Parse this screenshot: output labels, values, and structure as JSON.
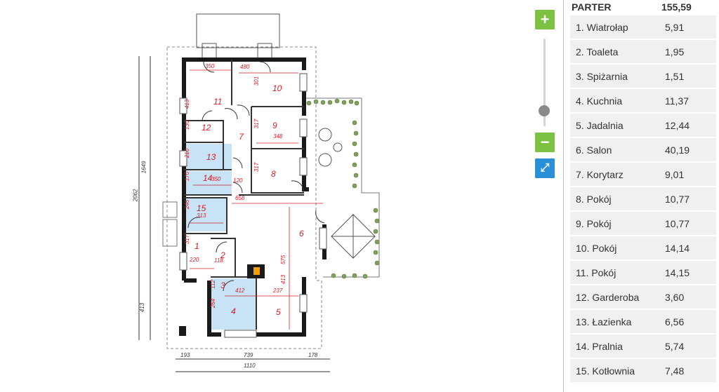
{
  "plan": {
    "room_numbers": [
      "1",
      "2",
      "3",
      "4",
      "5",
      "6",
      "7",
      "8",
      "9",
      "10",
      "11",
      "12",
      "13",
      "14",
      "15"
    ],
    "dims": [
      "350",
      "480",
      "301",
      "413",
      "130",
      "317",
      "348",
      "210",
      "317",
      "170",
      "350",
      "120",
      "246",
      "658",
      "313",
      "317",
      "220",
      "118",
      "112",
      "412",
      "237",
      "575",
      "413",
      "264",
      "1649",
      "2062",
      "413",
      "193",
      "739",
      "178",
      "1110"
    ]
  },
  "zoom": {
    "in_label": "+",
    "out_label": "−",
    "fullscreen_label": "⤢"
  },
  "rooms": {
    "floor_name": "PARTER",
    "floor_area": "155,59",
    "items": [
      {
        "name": "1. Wiatrołap",
        "area": "5,91"
      },
      {
        "name": "2. Toaleta",
        "area": "1,95"
      },
      {
        "name": "3. Spiżarnia",
        "area": "1,51"
      },
      {
        "name": "4. Kuchnia",
        "area": "11,37"
      },
      {
        "name": "5. Jadalnia",
        "area": "12,44"
      },
      {
        "name": "6. Salon",
        "area": "40,19"
      },
      {
        "name": "7. Korytarz",
        "area": "9,01"
      },
      {
        "name": "8. Pokój",
        "area": "10,77"
      },
      {
        "name": "9. Pokój",
        "area": "10,77"
      },
      {
        "name": "10. Pokój",
        "area": "14,14"
      },
      {
        "name": "11. Pokój",
        "area": "14,15"
      },
      {
        "name": "12. Garderoba",
        "area": "3,60"
      },
      {
        "name": "13. Łazienka",
        "area": "6,56"
      },
      {
        "name": "14. Pralnia",
        "area": "5,74"
      },
      {
        "name": "15. Kotłownia",
        "area": "7,48"
      }
    ]
  },
  "colors": {
    "accent_green": "#7cc142",
    "accent_blue": "#2a8fd6",
    "room_label": "#d0202a",
    "wet_room_fill": "#c8e3f5"
  }
}
